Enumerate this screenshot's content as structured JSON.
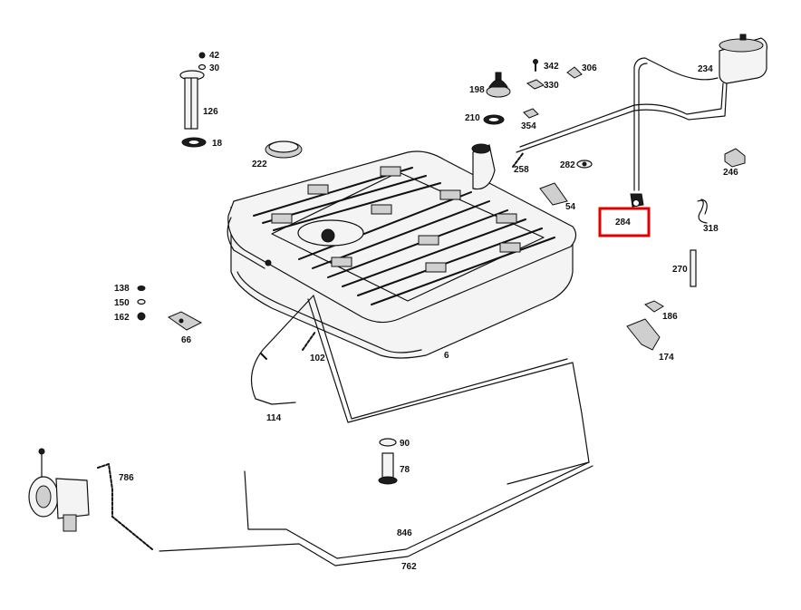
{
  "diagram": {
    "highlight_color": "#e00000",
    "highlighted_part": "284",
    "labels": {
      "p42": "42",
      "p30": "30",
      "p126": "126",
      "p18": "18",
      "p222": "222",
      "p198": "198",
      "p210": "210",
      "p342": "342",
      "p330": "330",
      "p306": "306",
      "p354": "354",
      "p234": "234",
      "p258": "258",
      "p282": "282",
      "p246": "246",
      "p54": "54",
      "p284": "284",
      "p318": "318",
      "p270": "270",
      "p138": "138",
      "p150": "150",
      "p162": "162",
      "p66": "66",
      "p186": "186",
      "p174": "174",
      "p102": "102",
      "p6": "6",
      "p114": "114",
      "p90": "90",
      "p78": "78",
      "p786": "786",
      "p846": "846",
      "p762": "762"
    }
  }
}
